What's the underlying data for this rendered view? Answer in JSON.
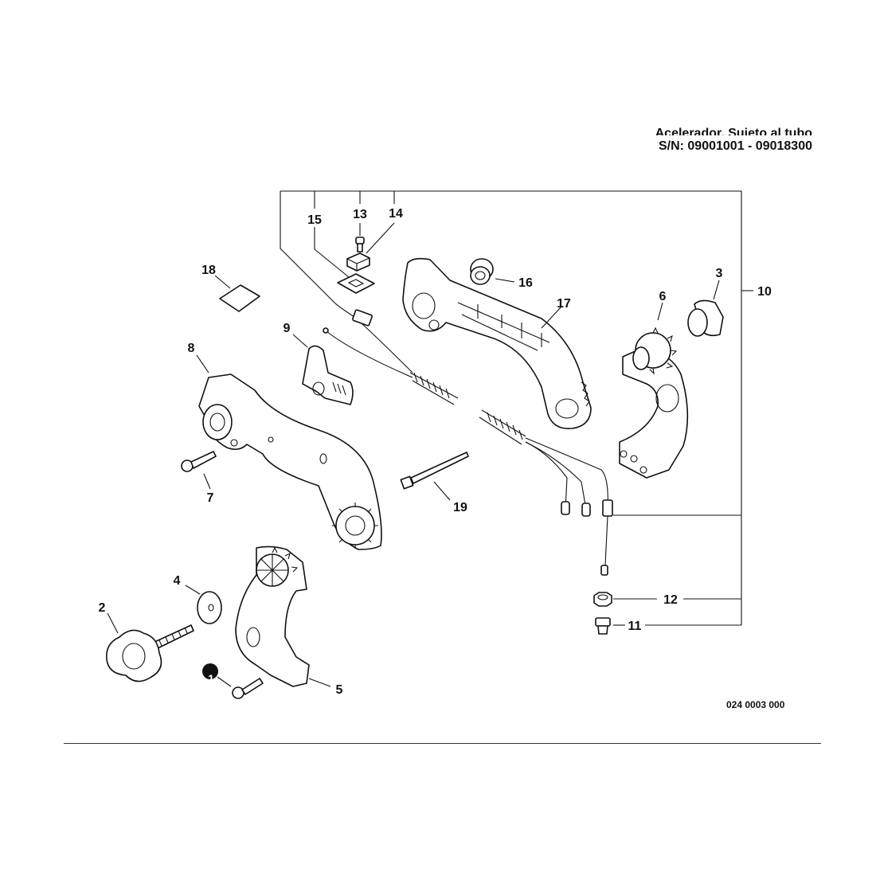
{
  "header": {
    "title_line1": "Acelerador, Sujeto al tubo",
    "title_line2": "S/N: 09001001 - 09018300"
  },
  "callouts": {
    "c1": "1",
    "c2": "2",
    "c3": "3",
    "c4": "4",
    "c5": "5",
    "c6": "6",
    "c7": "7",
    "c8": "8",
    "c9": "9",
    "c10": "10",
    "c11": "11",
    "c12": "12",
    "c13": "13",
    "c14": "14",
    "c15": "15",
    "c16": "16",
    "c17": "17",
    "c18": "18",
    "c19": "19"
  },
  "footer": {
    "doc_code": "024 0003 000"
  }
}
